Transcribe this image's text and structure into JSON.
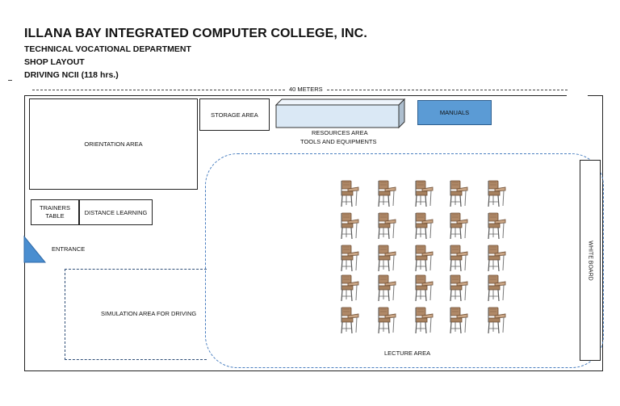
{
  "header": {
    "title": "ILLANA BAY INTEGRATED COMPUTER COLLEGE, INC.",
    "line1": "TECHNICAL VOCATIONAL DEPARTMENT",
    "line2": "SHOP LAYOUT",
    "line3": "DRIVING NCII (118 hrs.)"
  },
  "dimension": {
    "label": "40 METERS"
  },
  "areas": {
    "orientation": "ORIENTATION AREA",
    "storage": "STORAGE AREA",
    "resources_line1": "RESOURCES AREA",
    "resources_line2": "TOOLS AND EQUIPMENTS",
    "manuals": "MANUALS",
    "trainers_line1": "TRAINERS",
    "trainers_line2": "TABLE",
    "distance": "DISTANCE LEARNING",
    "entrance": "ENTRANCE",
    "simulation": "SIMULATION AREA FOR DRIVING",
    "lecture": "LECTURE AREA",
    "whiteboard": "WHITE BOARD"
  },
  "chairs": {
    "rows": 5,
    "cols": 5,
    "icon": "student-armchair-icon"
  },
  "colors": {
    "manuals_fill": "#5b9bd5",
    "resources_fill": "#dae8f5",
    "dash_blue": "#4a7fc0",
    "entrance": "#4a8ed0"
  }
}
